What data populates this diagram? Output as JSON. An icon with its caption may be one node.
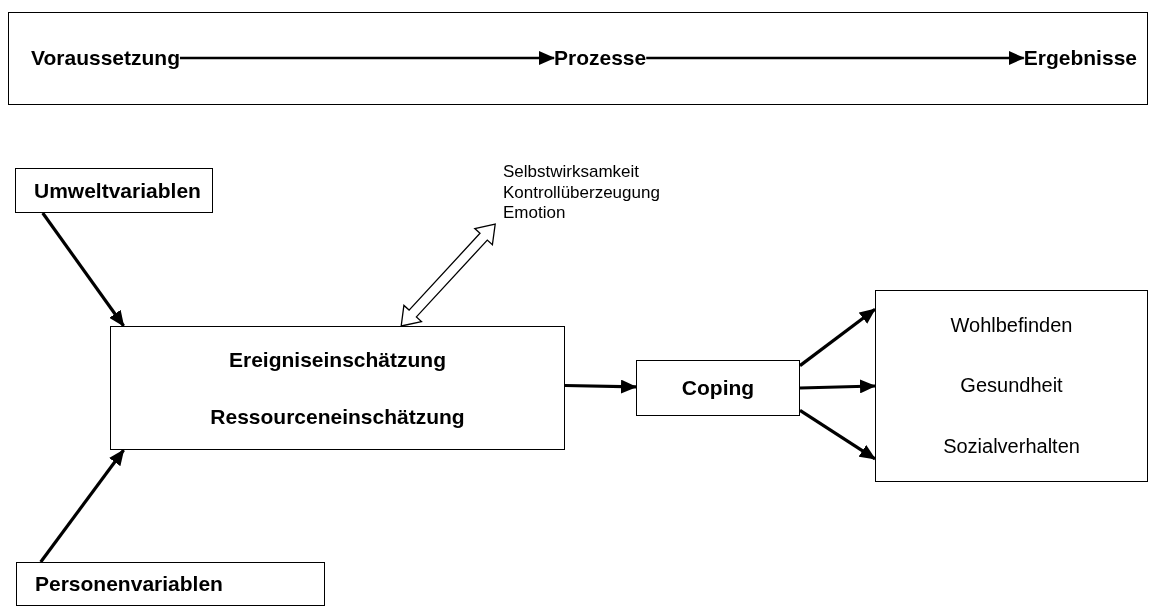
{
  "diagram": {
    "nodes": [
      {
        "text": [],
        "shape": "box"
      },
      {
        "text": [
          "Voraussetzung"
        ],
        "in": 0
      },
      {
        "text": [
          "Prozesse"
        ],
        "in": 0
      },
      {
        "text": [
          "Ergebnisse"
        ],
        "in": 0
      },
      {
        "text": [
          "Umweltvariablen"
        ]
      },
      {
        "text": [
          "Selbstwirksamkeit",
          "Kontrollüberzeugung",
          "Emotion"
        ]
      },
      {
        "text": [
          "Ereigniseinschätzung",
          "Ressourceneinschätzung"
        ]
      },
      {
        "text": [
          "Coping"
        ]
      },
      {
        "text": [
          "Wohlbefinden",
          "Gesundheit",
          "Sozialverhalten"
        ]
      },
      {
        "text": [
          "Personenvariablen"
        ]
      }
    ],
    "edges": [
      {
        "from": 1,
        "to": 2,
        "arrow": "to"
      },
      {
        "from": 2,
        "to": 3,
        "arrow": "to"
      },
      {
        "from": 4,
        "to": 6,
        "arrow": "to"
      },
      {
        "from": 9,
        "to": 6,
        "arrow": "to"
      },
      {
        "from": 6,
        "to": 5,
        "arrow": "both"
      },
      {
        "from": 6,
        "to": 7,
        "arrow": "to"
      },
      {
        "from": 7,
        "to": 8,
        "arrow": "to"
      },
      {
        "from": 7,
        "to": 8,
        "arrow": "to"
      },
      {
        "from": 7,
        "to": 8,
        "arrow": "to"
      }
    ]
  }
}
